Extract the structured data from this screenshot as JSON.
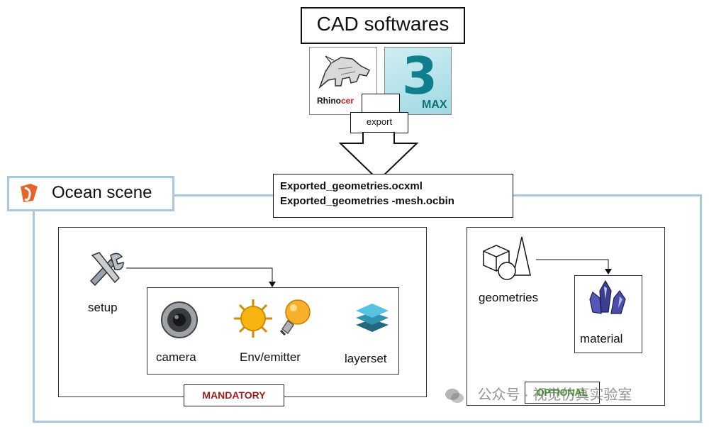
{
  "header": {
    "title": "CAD softwares"
  },
  "logos": {
    "rhino": {
      "label_black": "Rhino",
      "label_red": "cer"
    },
    "max": {
      "label": "MAX",
      "numeral": "3"
    }
  },
  "export_label": "export",
  "files": {
    "line1": "Exported_geometries.ocxml",
    "line2": "Exported_geometries -mesh.ocbin"
  },
  "ocean": {
    "title": "Ocean scene"
  },
  "mandatory": {
    "setup_label": "setup",
    "items": [
      {
        "label": "camera"
      },
      {
        "label": "Env/emitter"
      },
      {
        "label": "layerset"
      }
    ],
    "badge": "MANDATORY"
  },
  "optional": {
    "geometries_label": "geometries",
    "material_label": "material",
    "badge": "OPTIONAL"
  },
  "watermark": "公众号 · 视觉仿真实验室",
  "colors": {
    "panel_border": "#a9c7de",
    "mandatory_text": "#9c1c1c",
    "optional_text": "#3a9d23",
    "max_teal": "#0f7f8e",
    "rhino_red": "#c61e1e"
  }
}
